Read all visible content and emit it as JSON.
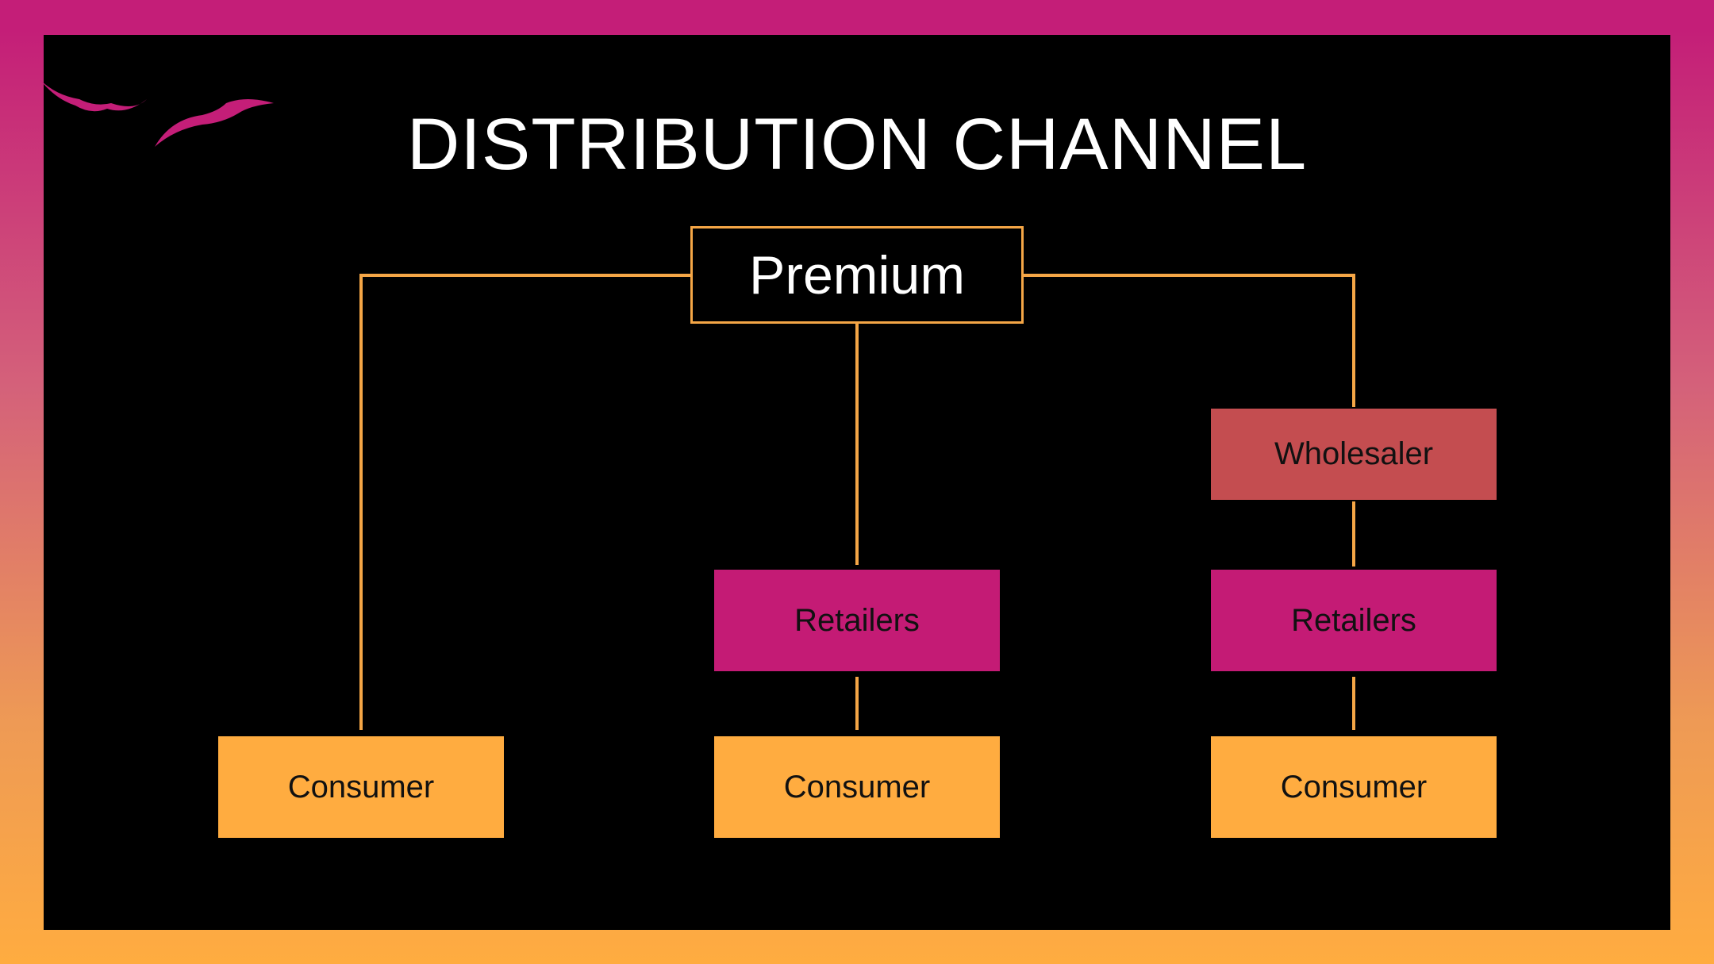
{
  "title": "DISTRIBUTION CHANNEL",
  "colors": {
    "accent_line": "#f5a646",
    "wholesaler": "#c44d50",
    "retailer": "#c41b75",
    "consumer": "#ffac40",
    "background": "#000000",
    "frame_top": "#c41e78",
    "frame_bottom": "#ffac40"
  },
  "decoration": {
    "icon": "birds-icon"
  },
  "diagram": {
    "root": "Premium",
    "channels": [
      {
        "nodes": [
          {
            "role": "consumer",
            "label": "Consumer"
          }
        ]
      },
      {
        "nodes": [
          {
            "role": "retailer",
            "label": "Retailers"
          },
          {
            "role": "consumer",
            "label": "Consumer"
          }
        ]
      },
      {
        "nodes": [
          {
            "role": "wholesaler",
            "label": "Wholesaler"
          },
          {
            "role": "retailer",
            "label": "Retailers"
          },
          {
            "role": "consumer",
            "label": "Consumer"
          }
        ]
      }
    ]
  }
}
